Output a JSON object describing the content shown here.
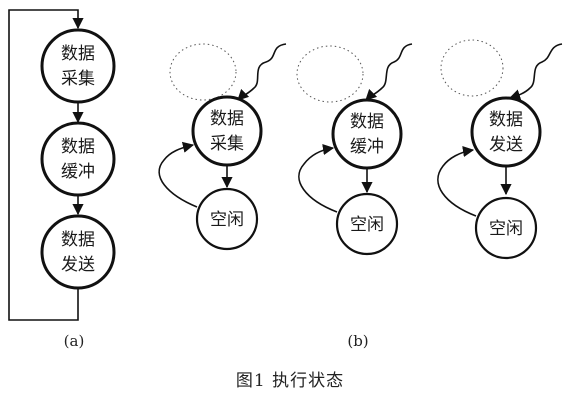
{
  "panel_a": {
    "node1": [
      "数据",
      "采集"
    ],
    "node2": [
      "数据",
      "缓冲"
    ],
    "node3": [
      "数据",
      "发送"
    ],
    "caption": "(a)"
  },
  "panel_b": {
    "machines": [
      {
        "state": [
          "数据",
          "采集"
        ],
        "idle": "空闲"
      },
      {
        "state": [
          "数据",
          "缓冲"
        ],
        "idle": "空闲"
      },
      {
        "state": [
          "数据",
          "发送"
        ],
        "idle": "空闲"
      }
    ],
    "caption": "(b)"
  },
  "figure_title": "图1  执行状态"
}
